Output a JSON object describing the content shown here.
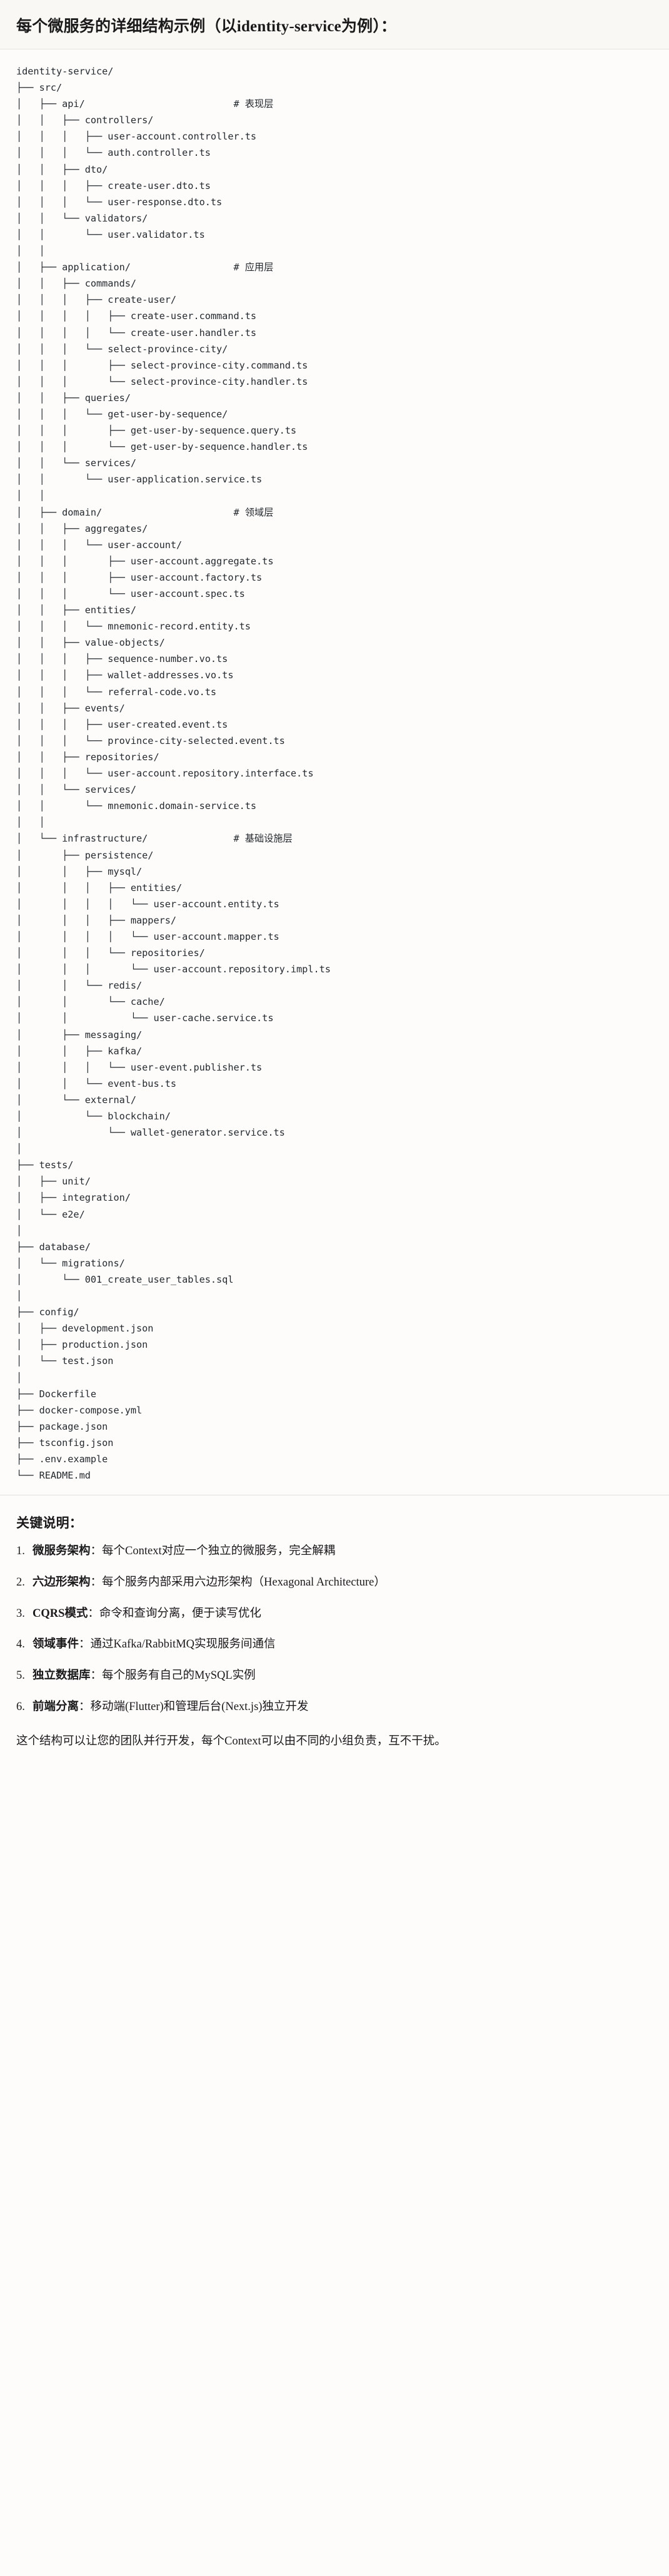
{
  "document": {
    "title": "每个微服务的详细结构示例（以identity-service为例）："
  },
  "tree": {
    "text": "identity-service/\n├── src/\n│   ├── api/                          # 表现层\n│   │   ├── controllers/\n│   │   │   ├── user-account.controller.ts\n│   │   │   └── auth.controller.ts\n│   │   ├── dto/\n│   │   │   ├── create-user.dto.ts\n│   │   │   └── user-response.dto.ts\n│   │   └── validators/\n│   │       └── user.validator.ts\n│   │\n│   ├── application/                  # 应用层\n│   │   ├── commands/\n│   │   │   ├── create-user/\n│   │   │   │   ├── create-user.command.ts\n│   │   │   │   └── create-user.handler.ts\n│   │   │   └── select-province-city/\n│   │   │       ├── select-province-city.command.ts\n│   │   │       └── select-province-city.handler.ts\n│   │   ├── queries/\n│   │   │   └── get-user-by-sequence/\n│   │   │       ├── get-user-by-sequence.query.ts\n│   │   │       └── get-user-by-sequence.handler.ts\n│   │   └── services/\n│   │       └── user-application.service.ts\n│   │\n│   ├── domain/                       # 领域层\n│   │   ├── aggregates/\n│   │   │   └── user-account/\n│   │   │       ├── user-account.aggregate.ts\n│   │   │       ├── user-account.factory.ts\n│   │   │       └── user-account.spec.ts\n│   │   ├── entities/\n│   │   │   └── mnemonic-record.entity.ts\n│   │   ├── value-objects/\n│   │   │   ├── sequence-number.vo.ts\n│   │   │   ├── wallet-addresses.vo.ts\n│   │   │   └── referral-code.vo.ts\n│   │   ├── events/\n│   │   │   ├── user-created.event.ts\n│   │   │   └── province-city-selected.event.ts\n│   │   ├── repositories/\n│   │   │   └── user-account.repository.interface.ts\n│   │   └── services/\n│   │       └── mnemonic.domain-service.ts\n│   │\n│   └── infrastructure/               # 基础设施层\n│       ├── persistence/\n│       │   ├── mysql/\n│       │   │   ├── entities/\n│       │   │   │   └── user-account.entity.ts\n│       │   │   ├── mappers/\n│       │   │   │   └── user-account.mapper.ts\n│       │   │   └── repositories/\n│       │   │       └── user-account.repository.impl.ts\n│       │   └── redis/\n│       │       └── cache/\n│       │           └── user-cache.service.ts\n│       ├── messaging/\n│       │   ├── kafka/\n│       │   │   └── user-event.publisher.ts\n│       │   └── event-bus.ts\n│       └── external/\n│           └── blockchain/\n│               └── wallet-generator.service.ts\n│\n├── tests/\n│   ├── unit/\n│   ├── integration/\n│   └── e2e/\n│\n├── database/\n│   └── migrations/\n│       └── 001_create_user_tables.sql\n│\n├── config/\n│   ├── development.json\n│   ├── production.json\n│   └── test.json\n│\n├── Dockerfile\n├── docker-compose.yml\n├── package.json\n├── tsconfig.json\n├── .env.example\n└── README.md"
  },
  "notes": {
    "heading": "关键说明：",
    "items": [
      {
        "term": "微服务架构",
        "sep": "：",
        "desc": "每个Context对应一个独立的微服务，完全解耦"
      },
      {
        "term": "六边形架构",
        "sep": "：",
        "desc": "每个服务内部采用六边形架构（Hexagonal Architecture）"
      },
      {
        "term": "CQRS模式",
        "sep": "：",
        "desc": "命令和查询分离，便于读写优化"
      },
      {
        "term": "领域事件",
        "sep": "：",
        "desc": "通过Kafka/RabbitMQ实现服务间通信"
      },
      {
        "term": "独立数据库",
        "sep": "：",
        "desc": "每个服务有自己的MySQL实例"
      },
      {
        "term": "前端分离",
        "sep": "：",
        "desc": "移动端(Flutter)和管理后台(Next.js)独立开发"
      }
    ],
    "closing": "这个结构可以让您的团队并行开发，每个Context可以由不同的小组负责，互不干扰。"
  },
  "colors": {
    "page_background": "#fdfcfb",
    "heading_background": "#f9f8f4",
    "code_text": "#24292e",
    "divider": "#e6e4df"
  }
}
